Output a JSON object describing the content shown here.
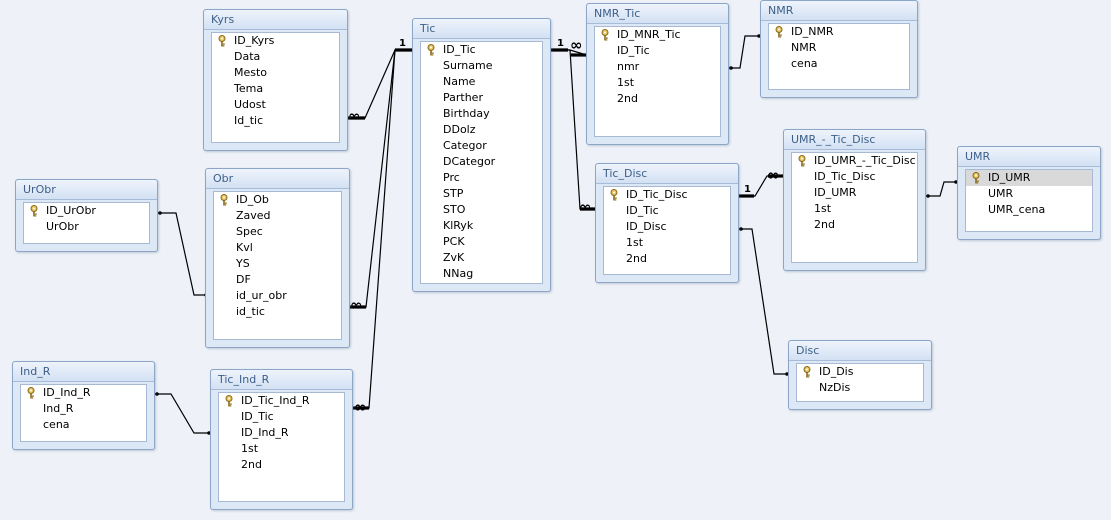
{
  "tables": {
    "kyrs": {
      "title": "Kyrs",
      "fields": [
        {
          "name": "ID_Kyrs",
          "pk": true
        },
        {
          "name": "Data"
        },
        {
          "name": "Mesto"
        },
        {
          "name": "Tema"
        },
        {
          "name": "Udost"
        },
        {
          "name": "Id_tic"
        }
      ]
    },
    "obr": {
      "title": "Obr",
      "fields": [
        {
          "name": "ID_Ob",
          "pk": true
        },
        {
          "name": "Zaved"
        },
        {
          "name": "Spec"
        },
        {
          "name": "Kvl"
        },
        {
          "name": "YS"
        },
        {
          "name": "DF"
        },
        {
          "name": "id_ur_obr"
        },
        {
          "name": "id_tic"
        }
      ]
    },
    "urobr": {
      "title": "UrObr",
      "fields": [
        {
          "name": "ID_UrObr",
          "pk": true
        },
        {
          "name": "UrObr"
        }
      ]
    },
    "ind_r": {
      "title": "Ind_R",
      "fields": [
        {
          "name": "ID_Ind_R",
          "pk": true
        },
        {
          "name": "Ind_R"
        },
        {
          "name": "cena"
        }
      ]
    },
    "tic_ind_r": {
      "title": "Tic_Ind_R",
      "fields": [
        {
          "name": "ID_Tic_Ind_R",
          "pk": true
        },
        {
          "name": "ID_Tic"
        },
        {
          "name": "ID_Ind_R"
        },
        {
          "name": "1st"
        },
        {
          "name": "2nd"
        }
      ]
    },
    "tic": {
      "title": "Tic",
      "fields": [
        {
          "name": "ID_Tic",
          "pk": true
        },
        {
          "name": "Surname"
        },
        {
          "name": "Name"
        },
        {
          "name": "Parther"
        },
        {
          "name": "Birthday"
        },
        {
          "name": "DDolz"
        },
        {
          "name": "Categor"
        },
        {
          "name": "DCategor"
        },
        {
          "name": "Prc"
        },
        {
          "name": "STP"
        },
        {
          "name": "STO"
        },
        {
          "name": "KlRyk"
        },
        {
          "name": "PCK"
        },
        {
          "name": "ZvK"
        },
        {
          "name": "NNag"
        }
      ]
    },
    "nmr_tic": {
      "title": "NMR_Tic",
      "fields": [
        {
          "name": "ID_MNR_Tic",
          "pk": true
        },
        {
          "name": "ID_Tic"
        },
        {
          "name": "nmr"
        },
        {
          "name": "1st"
        },
        {
          "name": "2nd"
        }
      ]
    },
    "nmr": {
      "title": "NMR",
      "fields": [
        {
          "name": "ID_NMR",
          "pk": true
        },
        {
          "name": "NMR"
        },
        {
          "name": "cena"
        }
      ]
    },
    "tic_disc": {
      "title": "Tic_Disc",
      "fields": [
        {
          "name": "ID_Tic_Disc",
          "pk": true
        },
        {
          "name": "ID_Tic"
        },
        {
          "name": "ID_Disc"
        },
        {
          "name": "1st"
        },
        {
          "name": "2nd"
        }
      ]
    },
    "umr_tic_disc": {
      "title": "UMR_-_Tic_Disc",
      "fields": [
        {
          "name": "ID_UMR_-_Tic_Disc",
          "pk": true
        },
        {
          "name": "ID_Tic_Disc"
        },
        {
          "name": "ID_UMR"
        },
        {
          "name": "1st"
        },
        {
          "name": "2nd"
        }
      ]
    },
    "umr": {
      "title": "UMR",
      "fields": [
        {
          "name": "ID_UMR",
          "pk": true,
          "selected": true
        },
        {
          "name": "UMR"
        },
        {
          "name": "UMR_cena"
        }
      ]
    },
    "disc": {
      "title": "Disc",
      "fields": [
        {
          "name": "ID_Dis",
          "pk": true
        },
        {
          "name": "NzDis"
        }
      ]
    }
  },
  "relations": [
    {
      "from": "tic",
      "to": "kyrs",
      "one": "1",
      "many": "∞"
    },
    {
      "from": "tic",
      "to": "obr",
      "one": "",
      "many": "∞"
    },
    {
      "from": "tic",
      "to": "tic_ind_r",
      "one": "",
      "many": "∞"
    },
    {
      "from": "tic",
      "to": "nmr_tic",
      "one": "1",
      "many": "∞"
    },
    {
      "from": "tic",
      "to": "tic_disc",
      "one": "",
      "many": "∞"
    },
    {
      "from": "nmr_tic",
      "to": "nmr",
      "one": "",
      "many": ""
    },
    {
      "from": "tic_disc",
      "to": "umr_tic_disc",
      "one": "1",
      "many": "∞"
    },
    {
      "from": "umr_tic_disc",
      "to": "umr",
      "one": "",
      "many": ""
    },
    {
      "from": "tic_disc",
      "to": "disc",
      "one": "",
      "many": ""
    },
    {
      "from": "urobr",
      "to": "obr",
      "one": "",
      "many": ""
    },
    {
      "from": "ind_r",
      "to": "tic_ind_r",
      "one": "",
      "many": ""
    }
  ],
  "colors": {
    "line": "#000000",
    "title_text": "#3d5f88",
    "border": "#8da6c8"
  }
}
